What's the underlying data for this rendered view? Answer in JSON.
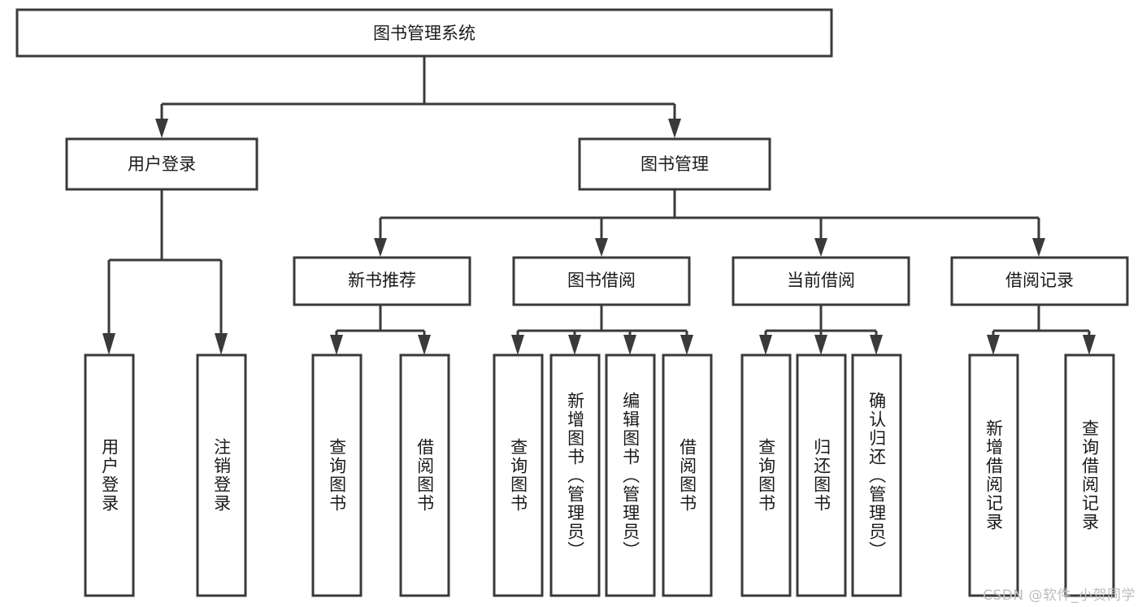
{
  "diagram": {
    "title": "图书管理系统",
    "watermark": "CSDN @软件_小贺同学",
    "colors": {
      "stroke": "#3a3a3a",
      "fill": "#ffffff",
      "text": "#1a1a1a",
      "watermark": "#bdbdbd"
    },
    "root": {
      "label": "图书管理系统"
    },
    "level2": [
      {
        "label": "用户登录"
      },
      {
        "label": "图书管理"
      }
    ],
    "level3": [
      {
        "label": "新书推荐"
      },
      {
        "label": "图书借阅"
      },
      {
        "label": "当前借阅"
      },
      {
        "label": "借阅记录"
      }
    ],
    "leaves": {
      "user_login": [
        {
          "label": "用户登录"
        },
        {
          "label": "注销登录"
        }
      ],
      "new_book": [
        {
          "label": "查询图书"
        },
        {
          "label": "借阅图书"
        }
      ],
      "book_borrow": [
        {
          "label": "查询图书"
        },
        {
          "label": "新增图书（管理员）"
        },
        {
          "label": "编辑图书（管理员）"
        },
        {
          "label": "借阅图书"
        }
      ],
      "current_borrow": [
        {
          "label": "查询图书"
        },
        {
          "label": "归还图书"
        },
        {
          "label": "确认归还（管理员）"
        }
      ],
      "borrow_record": [
        {
          "label": "新增借阅记录"
        },
        {
          "label": "查询借阅记录"
        }
      ]
    }
  }
}
